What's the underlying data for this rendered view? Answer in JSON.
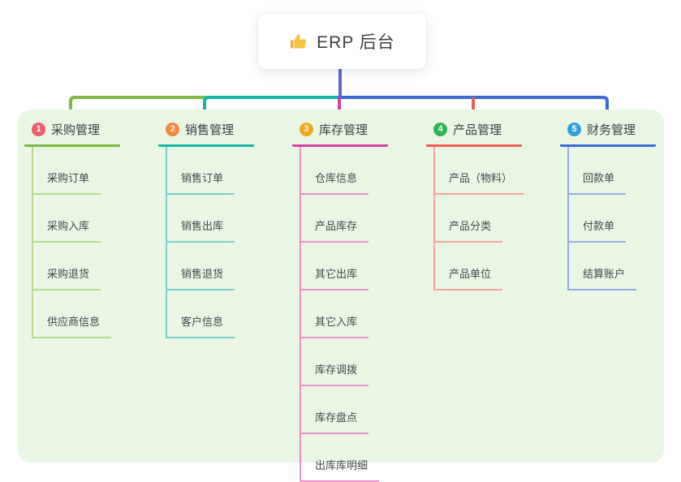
{
  "root": {
    "label": "ERP 后台",
    "icon": "thumbs-up-icon"
  },
  "colors": {
    "canvas_bg": "#ffffff",
    "panel_bg": "#e9f6e3",
    "root_line": "#5b68c6",
    "thumb_fill": "#f8c33a",
    "thumb_cuff": "#f2a93c"
  },
  "branches": [
    {
      "badge": "1",
      "label": "采购管理",
      "badge_color": "#f15b6c",
      "line_color": "#7cbb3f",
      "child_line_color": "#b5da8e",
      "children": [
        "采购订单",
        "采购入库",
        "采购退货",
        "供应商信息"
      ]
    },
    {
      "badge": "2",
      "label": "销售管理",
      "badge_color": "#f6883e",
      "line_color": "#16b5a8",
      "child_line_color": "#76d0c7",
      "children": [
        "销售订单",
        "销售出库",
        "销售退货",
        "客户信息"
      ]
    },
    {
      "badge": "3",
      "label": "库存管理",
      "badge_color": "#f0a81f",
      "line_color": "#d443a5",
      "child_line_color": "#eb93c8",
      "children": [
        "仓库信息",
        "产品库存",
        "其它出库",
        "其它入库",
        "库存调拨",
        "库存盘点",
        "出库库明细"
      ]
    },
    {
      "badge": "4",
      "label": "产品管理",
      "badge_color": "#2fb454",
      "line_color": "#f15b55",
      "child_line_color": "#f8a39d",
      "children": [
        "产品（物料）",
        "产品分类",
        "产品单位"
      ]
    },
    {
      "badge": "5",
      "label": "财务管理",
      "badge_color": "#2f9fdc",
      "line_color": "#3a69d6",
      "child_line_color": "#95abe6",
      "children": [
        "回款单",
        "付款单",
        "结算账户"
      ]
    }
  ]
}
